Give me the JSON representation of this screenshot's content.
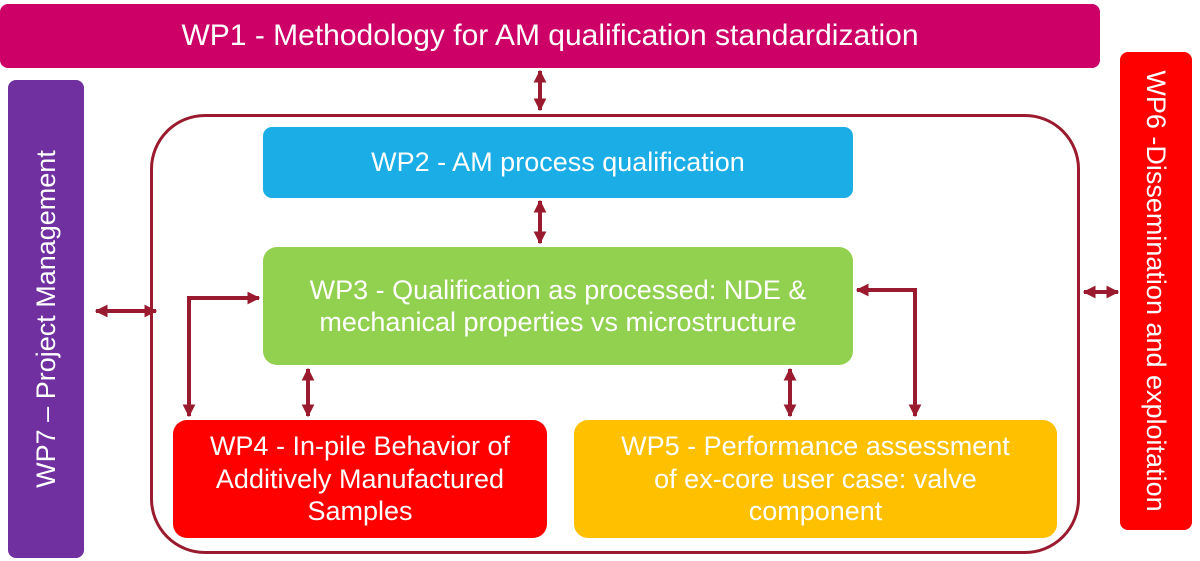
{
  "colors": {
    "wp1": "#cc0066",
    "wp2": "#1aade6",
    "wp3": "#92d050",
    "wp4": "#ff0000",
    "wp5": "#ffc000",
    "wp6": "#ff0000",
    "wp7": "#7030a0",
    "frame": "#9a1b2f",
    "arrow": "#9a1b2f"
  },
  "boxes": {
    "wp1": "WP1 - Methodology for AM qualification standardization",
    "wp2": "WP2 - AM process qualification",
    "wp3": {
      "line1": "WP3 - Qualification as processed: NDE &",
      "line2": "mechanical properties vs microstructure"
    },
    "wp4": {
      "line1": "WP4 - In-pile Behavior of",
      "line2": "Additively Manufactured",
      "line3": "Samples"
    },
    "wp5": {
      "line1": "WP5 - Performance assessment",
      "line2": "of ex-core user case: valve",
      "line3": "component"
    },
    "wp6": "WP6 -Dissemination and exploitation",
    "wp7": "WP7 – Project Management"
  }
}
